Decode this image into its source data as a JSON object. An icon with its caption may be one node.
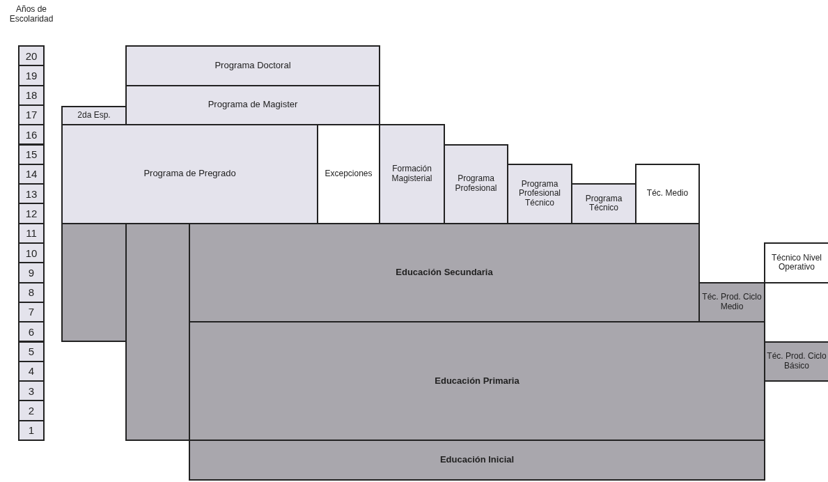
{
  "diagram": {
    "labels": [
      "Años de Escolaridad"
    ],
    "nodes": [
      {
        "text": [
          "20"
        ]
      },
      {
        "text": [
          "19"
        ]
      },
      {
        "text": [
          "18"
        ]
      },
      {
        "text": [
          "17"
        ]
      },
      {
        "text": [
          "16"
        ]
      },
      {
        "text": [
          "15"
        ]
      },
      {
        "text": [
          "14"
        ]
      },
      {
        "text": [
          "13"
        ]
      },
      {
        "text": [
          "12"
        ]
      },
      {
        "text": [
          "11"
        ]
      },
      {
        "text": [
          "10"
        ]
      },
      {
        "text": [
          "9"
        ]
      },
      {
        "text": [
          "8"
        ]
      },
      {
        "text": [
          "7"
        ]
      },
      {
        "text": [
          "6"
        ]
      },
      {
        "text": [
          "5"
        ]
      },
      {
        "text": [
          "4"
        ]
      },
      {
        "text": [
          "3"
        ]
      },
      {
        "text": [
          "2"
        ]
      },
      {
        "text": [
          "1"
        ]
      },
      {
        "text": [
          "Programa Doctoral"
        ]
      },
      {
        "text": [
          "Programa de Magister"
        ]
      },
      {
        "text": [
          "2da Esp."
        ]
      },
      {
        "text": [
          "Programa de Pregrado"
        ]
      },
      {
        "text": [
          "Excepciones"
        ]
      },
      {
        "text": [
          "Formación Magisterial"
        ]
      },
      {
        "text": [
          "Programa Profesional"
        ]
      },
      {
        "text": [
          "Programa Profesional Técnico"
        ]
      },
      {
        "text": [
          "Programa Técnico"
        ]
      },
      {
        "text": [
          "Téc. Medio"
        ]
      },
      {
        "text": [],
        "shape": "box"
      },
      {
        "text": [],
        "shape": "box"
      },
      {
        "text": [
          "Educación Secundaria"
        ]
      },
      {
        "text": [
          "Técnico Nivel Operativo"
        ]
      },
      {
        "text": [
          "Téc. Prod. Ciclo Medio"
        ]
      },
      {
        "text": [
          "Educación Primaria"
        ]
      },
      {
        "text": [
          "Téc. Prod. Ciclo Básico"
        ]
      },
      {
        "text": [
          "Educación Inicial"
        ]
      }
    ]
  }
}
